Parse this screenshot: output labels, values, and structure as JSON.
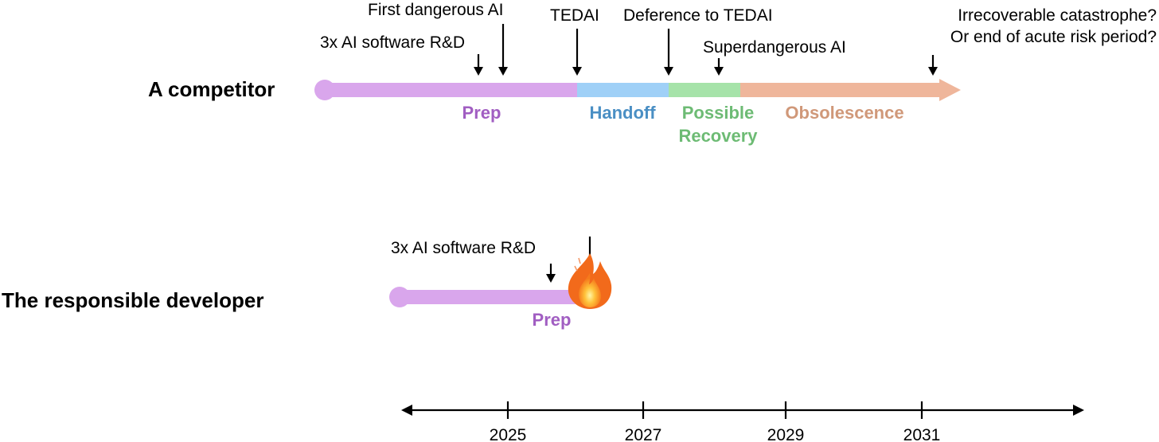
{
  "competitor": {
    "label": "A competitor",
    "events": {
      "rnd": "3x AI software R&D",
      "first_dangerous": "First dangerous AI",
      "tedai": "TEDAI",
      "deference": "Deference to TEDAI",
      "superdangerous": "Superdangerous AI",
      "end_line1": "Irrecoverable catastrophe?",
      "end_line2": "Or end of acute risk period?"
    },
    "phases": {
      "prep": "Prep",
      "handoff": "Handoff",
      "recovery_line1": "Possible",
      "recovery_line2": "Recovery",
      "obsolescence": "Obsolescence"
    }
  },
  "responsible": {
    "label": "The responsible developer",
    "events": {
      "rnd": "3x AI software R&D"
    },
    "phases": {
      "prep": "Prep"
    },
    "end_icon": "fire-icon"
  },
  "axis": {
    "ticks": [
      "2025",
      "2027",
      "2029",
      "2031"
    ]
  },
  "colors": {
    "prep": "#d9a6ec",
    "prep_text": "#a15ec2",
    "handoff": "#9fd0f7",
    "handoff_text": "#4a8fc4",
    "recovery": "#a6e3a9",
    "recovery_text": "#6dbb74",
    "obsolescence": "#efb69b",
    "obsolescence_text": "#d09879"
  }
}
